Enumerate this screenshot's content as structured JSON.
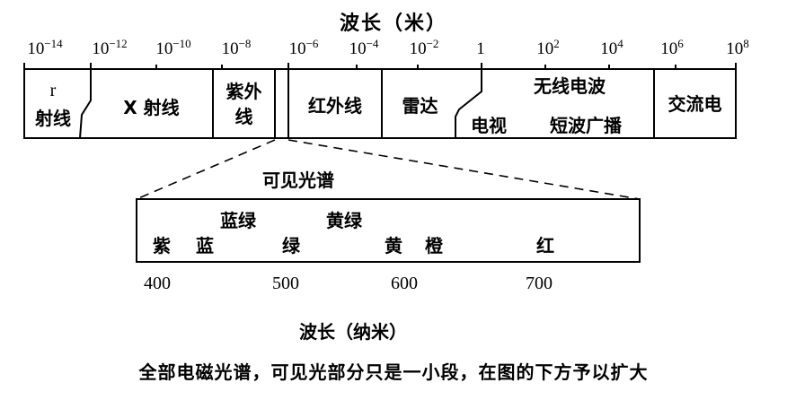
{
  "chart_data": {
    "type": "diagram",
    "title": "波长(米)",
    "axis": {
      "unit": "米",
      "ticks": [
        "10^-14",
        "10^-12",
        "10^-10",
        "10^-8",
        "10^-6",
        "10^-4",
        "10^-2",
        "1",
        "10^2",
        "10^4",
        "10^6",
        "10^8"
      ]
    },
    "bands": [
      {
        "name": "γ射线",
        "label_top": "r",
        "label_bottom": "射线"
      },
      {
        "name": "X射线",
        "label": "X 射线"
      },
      {
        "name": "紫外线",
        "label_top": "紫外",
        "label_bottom": "线"
      },
      {
        "name": "可见光",
        "label": ""
      },
      {
        "name": "红外线",
        "label": "红外线"
      },
      {
        "name": "雷达",
        "label": "雷达"
      },
      {
        "name": "无线电波",
        "label": "无线电波",
        "sub_labels": [
          "电视",
          "短波广播"
        ]
      },
      {
        "name": "交流电",
        "label": "交流电"
      }
    ],
    "visible_spectrum": {
      "title": "可见光谱",
      "xlabel": "波长(纳米)",
      "ticks": [
        400,
        500,
        600,
        700
      ],
      "colors_row1": [
        "紫",
        "蓝",
        "绿",
        "黄",
        "橙",
        "红"
      ],
      "colors_row2": [
        "蓝绿",
        "黄绿"
      ]
    },
    "caption": "全部电磁光谱,可见光部分只是一小段,在图的下方予以扩大"
  },
  "header": {
    "title": "波长（米）"
  },
  "ticks": [
    {
      "base": "10",
      "exp": "−14"
    },
    {
      "base": "10",
      "exp": "−12"
    },
    {
      "base": "10",
      "exp": "−10"
    },
    {
      "base": "10",
      "exp": "−8"
    },
    {
      "base": "10",
      "exp": "−6"
    },
    {
      "base": "10",
      "exp": "−4"
    },
    {
      "base": "10",
      "exp": "−2"
    },
    {
      "base": "1",
      "exp": ""
    },
    {
      "base": "10",
      "exp": "2"
    },
    {
      "base": "10",
      "exp": "4"
    },
    {
      "base": "10",
      "exp": "6"
    },
    {
      "base": "10",
      "exp": "8"
    }
  ],
  "bands": {
    "gamma_top": "r",
    "gamma_bottom": "射线",
    "xray": "X 射线",
    "uv_top": "紫外",
    "uv_bottom": "线",
    "infrared": "红外线",
    "radar": "雷达",
    "radio": "无线电波",
    "tv": "电视",
    "shortwave": "短波广播",
    "ac": "交流电"
  },
  "visible": {
    "title": "可见光谱",
    "cyan": "蓝绿",
    "yellowgreen": "黄绿",
    "violet": "紫",
    "blue": "蓝",
    "green": "绿",
    "yellow": "黄",
    "orange": "橙",
    "red": "红",
    "nm_ticks": [
      "400",
      "500",
      "600",
      "700"
    ],
    "xlabel": "波长（纳米）"
  },
  "caption": "全部电磁光谱，可见光部分只是一小段，在图的下方予以扩大"
}
